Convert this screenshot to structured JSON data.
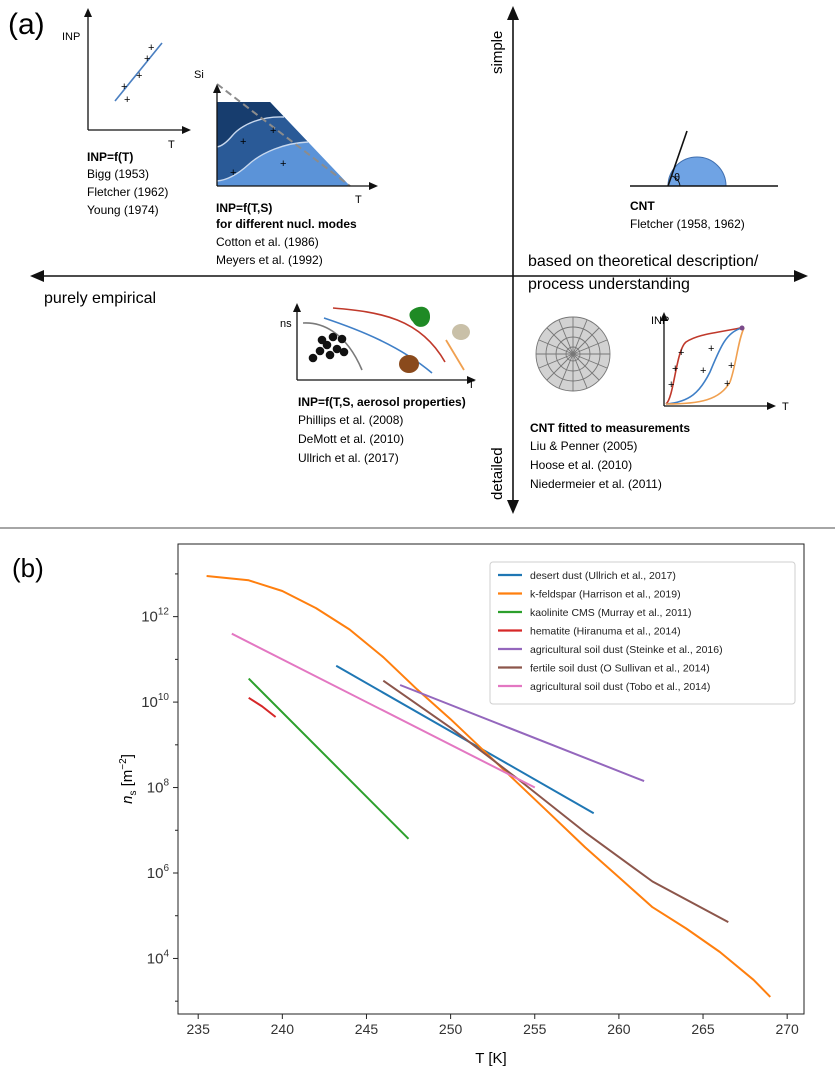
{
  "panel_a": {
    "label": "(a)",
    "axis_labels": {
      "top": "simple",
      "bottom": "detailed",
      "left": "purely empirical",
      "right_line1": "based on theoretical description/",
      "right_line2": "process understanding"
    },
    "inp_t": {
      "y_label": "INP",
      "x_label": "T",
      "title": "INP=f(T)",
      "refs": [
        "Bigg (1953)",
        "Fletcher (1962)",
        "Young (1974)"
      ]
    },
    "inp_ts": {
      "y_label": "Si",
      "x_label": "T",
      "title_line1": "INP=f(T,S)",
      "title_line2": "for different nucl. modes",
      "refs": [
        "Cotton et al. (1986)",
        "Meyers et al. (1992)"
      ]
    },
    "cnt": {
      "theta": "θ",
      "title": "CNT",
      "refs": [
        "Fletcher (1958, 1962)"
      ]
    },
    "inp_aerosol": {
      "y_label": "ns",
      "x_label": "T",
      "title": "INP=f(T,S, aerosol properties)",
      "refs": [
        "Phillips et al. (2008)",
        "DeMott et al. (2010)",
        "Ullrich et al. (2017)"
      ]
    },
    "cnt_fitted": {
      "y_label": "INP",
      "x_label": "T",
      "title": "CNT fitted to measurements",
      "refs": [
        "Liu & Penner (2005)",
        "Hoose et al. (2010)",
        "Niedermeier et al. (2011)"
      ]
    }
  },
  "panel_b": {
    "label": "(b)"
  },
  "chart_data": {
    "type": "line",
    "xlabel": "T [K]",
    "ylabel": "n_s [m^-2]",
    "xlim": [
      233.8,
      271
    ],
    "ylim_log10": [
      2.7,
      13.7
    ],
    "y_scale": "log",
    "x_ticks": [
      235,
      240,
      245,
      250,
      255,
      260,
      265,
      270
    ],
    "y_ticks_exponent": [
      4,
      6,
      8,
      10,
      12
    ],
    "legend_position": "top-right",
    "series": [
      {
        "name": "desert dust (Ullrich et al., 2017)",
        "color": "#1f77b4",
        "x": [
          243.2,
          258.5
        ],
        "log10_y": [
          10.85,
          7.4
        ]
      },
      {
        "name": "k-feldspar (Harrison et al., 2019)",
        "color": "#ff7f0e",
        "x": [
          235.5,
          238,
          240,
          242,
          244,
          246,
          248,
          250,
          252,
          254,
          256,
          258,
          260,
          262,
          264,
          266,
          268,
          269
        ],
        "log10_y": [
          12.95,
          12.85,
          12.6,
          12.2,
          11.7,
          11.05,
          10.3,
          9.6,
          8.85,
          8.1,
          7.35,
          6.6,
          5.9,
          5.2,
          4.7,
          4.15,
          3.5,
          3.1
        ]
      },
      {
        "name": "kaolinite CMS (Murray et al., 2011)",
        "color": "#2ca02c",
        "x": [
          238,
          247.5
        ],
        "log10_y": [
          10.55,
          6.8
        ]
      },
      {
        "name": "hematite (Hiranuma et al., 2014)",
        "color": "#d62728",
        "x": [
          238,
          238.8,
          239.6
        ],
        "log10_y": [
          10.1,
          9.9,
          9.65
        ]
      },
      {
        "name": "agricultural soil dust (Steinke et al., 2016)",
        "color": "#9467bd",
        "x": [
          247,
          261.5
        ],
        "log10_y": [
          10.4,
          8.15
        ]
      },
      {
        "name": "fertile soil dust (O Sullivan et al., 2014)",
        "color": "#8c564b",
        "x": [
          246,
          250,
          254,
          258,
          262,
          266.5
        ],
        "log10_y": [
          10.5,
          9.4,
          8.2,
          6.95,
          5.8,
          4.85
        ]
      },
      {
        "name": "agricultural soil dust (Tobo et al., 2014)",
        "color": "#e377c2",
        "x": [
          237,
          255
        ],
        "log10_y": [
          11.6,
          8.0
        ]
      }
    ]
  }
}
